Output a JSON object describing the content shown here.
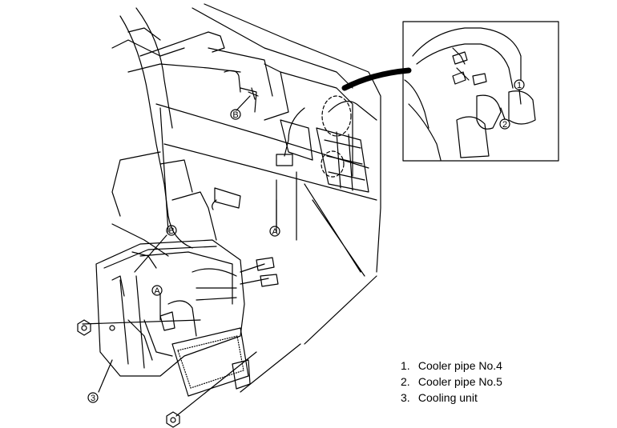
{
  "callouts": {
    "A": "A",
    "B": "B",
    "one": "1",
    "two": "2",
    "three": "3"
  },
  "legend": [
    {
      "num": "1.",
      "label": "Cooler pipe No.4"
    },
    {
      "num": "2.",
      "label": "Cooler pipe No.5"
    },
    {
      "num": "3.",
      "label": "Cooling unit"
    }
  ]
}
